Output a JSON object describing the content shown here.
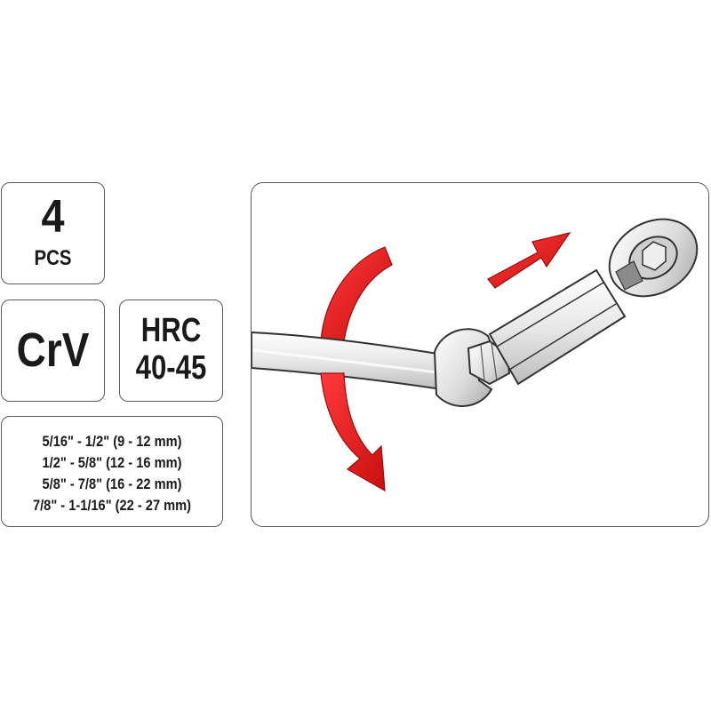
{
  "quantity": {
    "value": "4",
    "unit": "PCS"
  },
  "material": "CrV",
  "hardness": {
    "line1": "HRC",
    "line2": "40-45"
  },
  "size_ranges": [
    "5/16\" - 1/2\" (9 - 12 mm)",
    "1/2\" - 5/8\" (12 - 16 mm)",
    "5/8\" - 7/8\" (16 - 22 mm)",
    "7/8\" - 1-1/16\" (22 - 27 mm)"
  ],
  "illustration": {
    "arrow_color": "#e01b1b",
    "subject": "nut-splitter-with-combination-wrench"
  }
}
